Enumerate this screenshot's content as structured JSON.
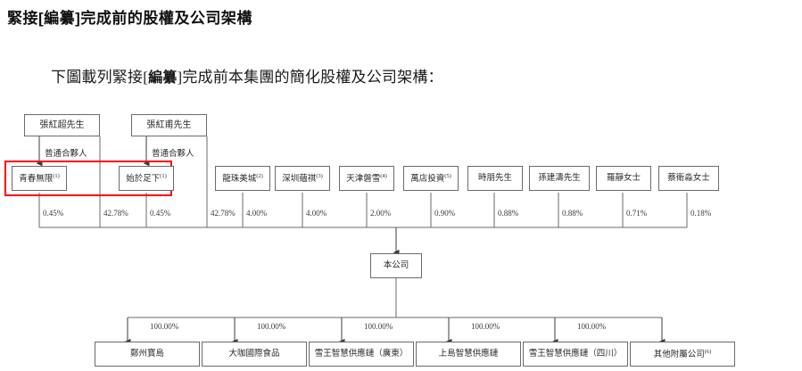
{
  "document": {
    "title": "緊接[編纂]完成前的股權及公司架構",
    "intro_prefix": "下圖載列緊接[",
    "intro_bold": "編纂",
    "intro_suffix": "]完成前本集團的簡化股權及公司架構："
  },
  "colors": {
    "highlight": "#ff0000",
    "box_border": "#6b6b6b",
    "line": "#4a4a4a",
    "text": "#2a2a2a"
  },
  "chart_data": {
    "type": "diagram",
    "title": "緊接[編纂]完成前的股權及公司架構",
    "notes": "Simplified shareholding and corporate structure chart"
  },
  "diagram": {
    "founders": [
      {
        "name": "張紅超先生",
        "partner_label": "普通合夥人"
      },
      {
        "name": "張紅甫先生",
        "partner_label": "普通合夥人"
      }
    ],
    "shareholders": [
      {
        "name": "青春無限",
        "sup": "(1)",
        "pct": "0.45%",
        "highlighted": true
      },
      {
        "name": "張紅超先生",
        "sup": "",
        "pct": "42.78%",
        "highlighted": false,
        "direct": true
      },
      {
        "name": "始於足下",
        "sup": "(1)",
        "pct": "0.45%",
        "highlighted": true
      },
      {
        "name": "張紅甫先生",
        "sup": "",
        "pct": "42.78%",
        "highlighted": false,
        "direct": true
      },
      {
        "name": "龍珠美城",
        "sup": "(2)",
        "pct": "4.00%",
        "highlighted": false
      },
      {
        "name": "深圳蘊祺",
        "sup": "(3)",
        "pct": "4.00%",
        "highlighted": false
      },
      {
        "name": "天津磐雪",
        "sup": "(4)",
        "pct": "2.00%",
        "highlighted": false
      },
      {
        "name": "萬店投資",
        "sup": "(5)",
        "pct": "0.90%",
        "highlighted": false
      },
      {
        "name": "時朋先生",
        "sup": "",
        "pct": "0.88%",
        "highlighted": false
      },
      {
        "name": "孫建濤先生",
        "sup": "",
        "pct": "0.88%",
        "highlighted": false
      },
      {
        "name": "羅靜女士",
        "sup": "",
        "pct": "0.71%",
        "highlighted": false
      },
      {
        "name": "蔡衛淼女士",
        "sup": "",
        "pct": "0.18%",
        "highlighted": false
      }
    ],
    "company": {
      "name": "本公司"
    },
    "subsidiaries": [
      {
        "name": "鄭州寶島",
        "sup": "",
        "pct": "100.00%"
      },
      {
        "name": "大咖國際食品",
        "sup": "",
        "pct": "100.00%"
      },
      {
        "name": "雪王智慧供應鏈（廣東）",
        "sup": "",
        "pct": "100.00%"
      },
      {
        "name": "上島智慧供應鏈",
        "sup": "",
        "pct": "100.00%"
      },
      {
        "name": "雪王智慧供應鏈（四川）",
        "sup": "",
        "pct": "100.00%"
      },
      {
        "name": "其他附屬公司",
        "sup": "(6)",
        "pct": ""
      }
    ]
  }
}
